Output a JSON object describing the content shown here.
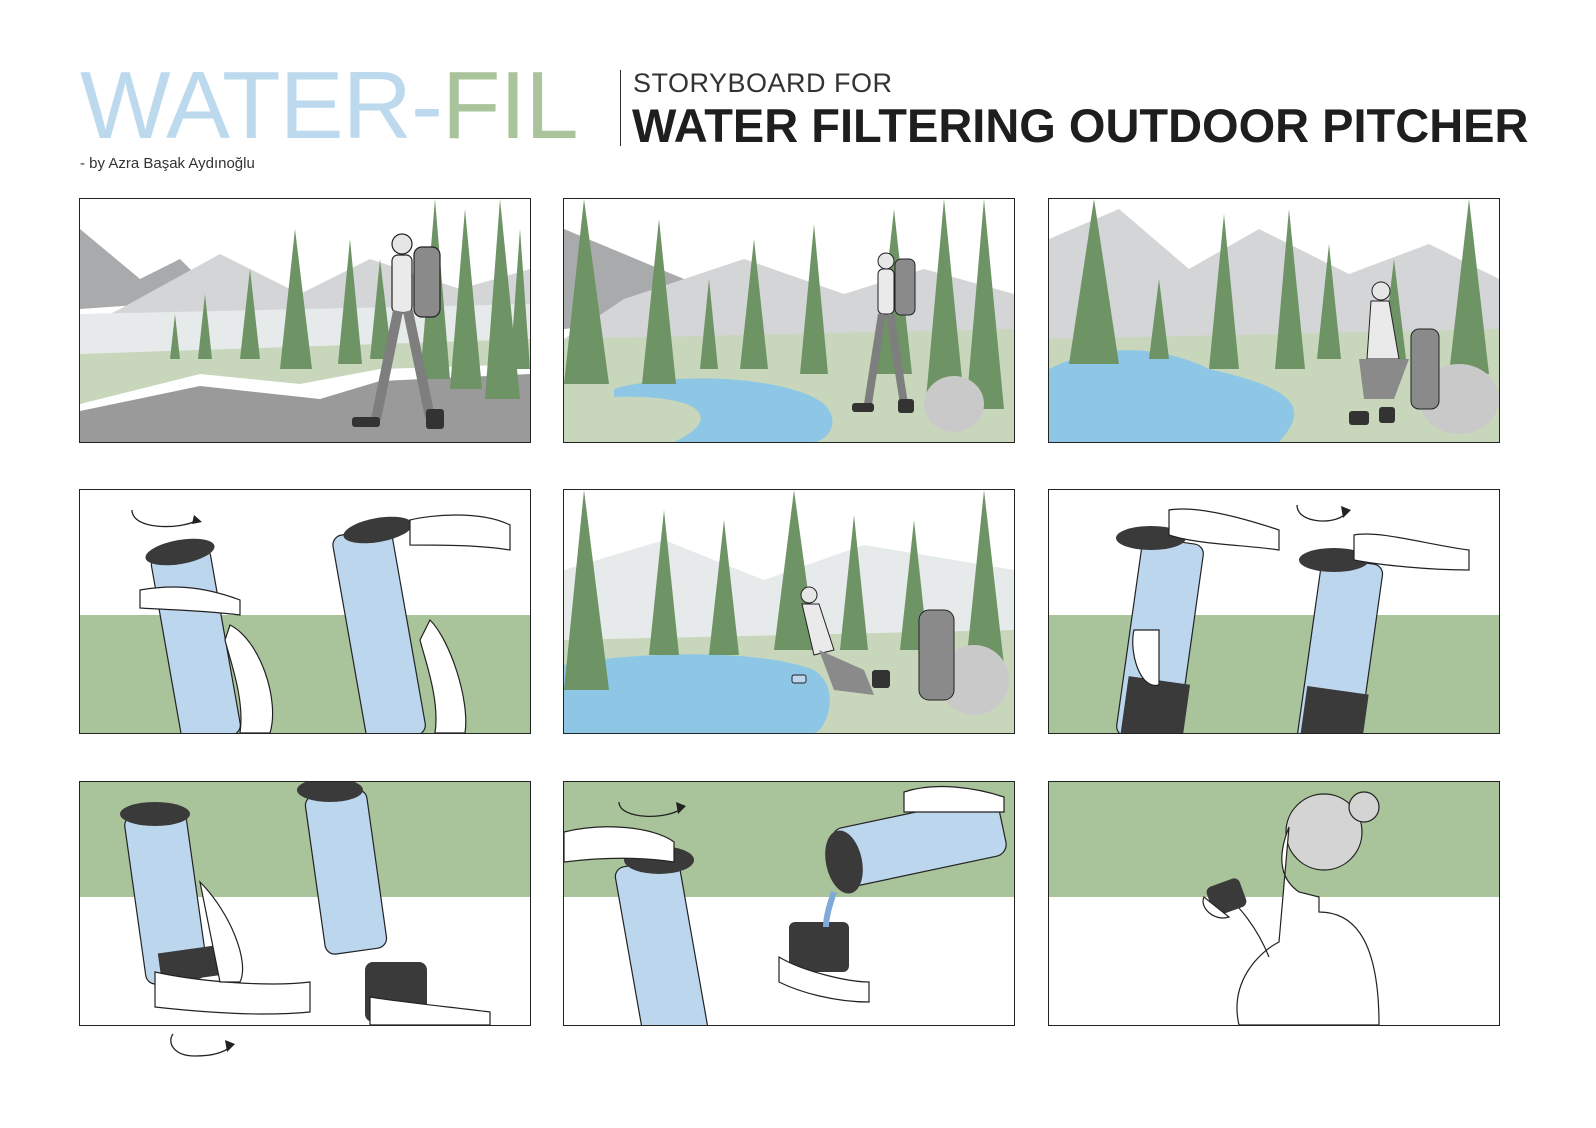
{
  "header": {
    "brand_part1": "WATER-",
    "brand_part2": "FIL",
    "subtitle": "STORYBOARD FOR",
    "title": "WATER FILTERING OUTDOOR PITCHER",
    "author": "- by Azra Başak Aydınoğlu"
  },
  "colors": {
    "brand_blue": "#bcd9ee",
    "brand_green": "#a9c39a",
    "tree_green": "#6e9465",
    "ground_green": "#b9cda8",
    "water_blue": "#8ec7e6",
    "mountain_gray": "#a9aaab",
    "bottle_blue": "#7ea9d8",
    "cap_dark": "#3a3a3a"
  },
  "panels": [
    {
      "scene": "hiker-walking-path",
      "icons": [
        "trees",
        "mountains",
        "hiker",
        "backpack"
      ]
    },
    {
      "scene": "hiker-by-river",
      "icons": [
        "trees",
        "river",
        "hiker",
        "rock"
      ]
    },
    {
      "scene": "hiker-kneeling-backpack",
      "icons": [
        "trees",
        "river",
        "hiker",
        "backpack"
      ]
    },
    {
      "scene": "unscrew-top-cap",
      "icons": [
        "bottle",
        "hands",
        "rotate-arrow"
      ]
    },
    {
      "scene": "fill-bottle-from-river",
      "icons": [
        "trees",
        "river",
        "hiker",
        "backpack"
      ]
    },
    {
      "scene": "screw-cap-filtering",
      "icons": [
        "bottle",
        "hands",
        "rotate-arrow"
      ]
    },
    {
      "scene": "separate-bottom-cup",
      "icons": [
        "bottle",
        "hands",
        "rotate-arrow"
      ]
    },
    {
      "scene": "pour-into-cup",
      "icons": [
        "bottle",
        "hands",
        "cup",
        "rotate-arrow"
      ]
    },
    {
      "scene": "drinking-from-cup",
      "icons": [
        "person",
        "cup"
      ]
    }
  ]
}
